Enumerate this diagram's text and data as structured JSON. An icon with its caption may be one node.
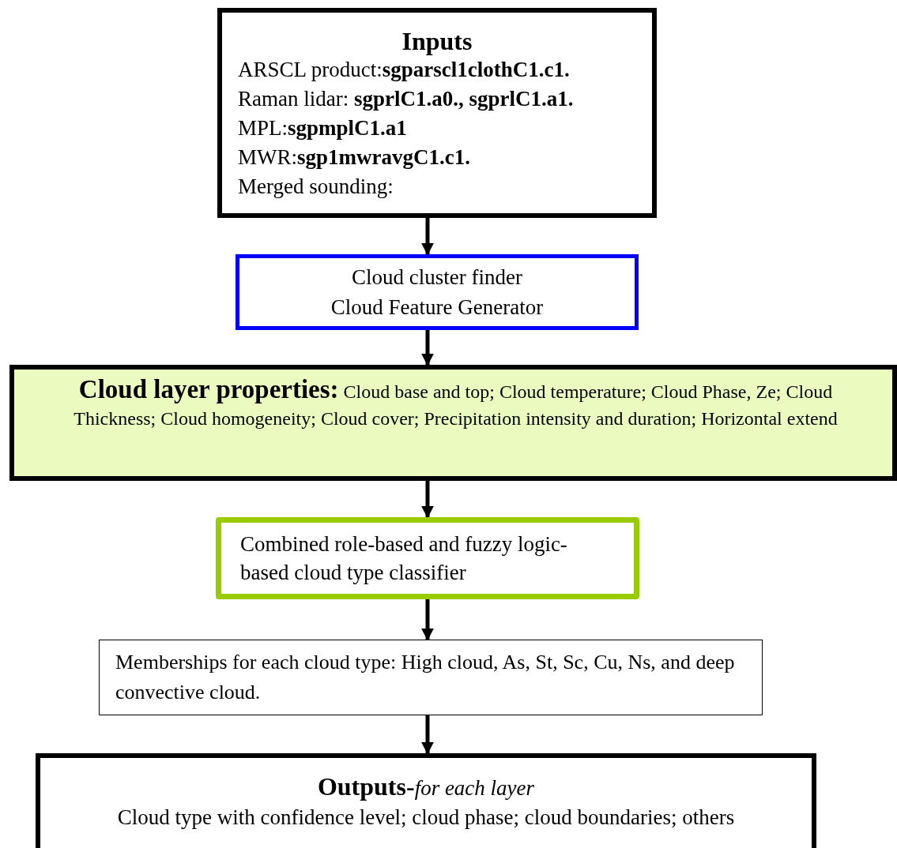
{
  "diagram": {
    "nodes": [
      {
        "text": [
          "Inputs",
          "ARSCL product:**sgparscl1clothC1.c1.**",
          "Raman lidar: **sgprlC1.a0., sgprlC1.a1.**",
          "MPL:**sgpmplC1.a1**",
          "MWR:**sgp1mwravgC1.c1.**",
          "Merged sounding:"
        ]
      },
      {
        "text": [
          "Cloud cluster finder",
          "Cloud Feature Generator"
        ]
      },
      {
        "text": [
          "Cloud layer properties:",
          "Cloud base and top; Cloud temperature; Cloud Phase, Ze; Cloud Thickness; Cloud homogeneity; Cloud cover; Precipitation intensity and duration; Horizontal extend"
        ]
      },
      {
        "text": [
          "Combined role-based and fuzzy logic-based cloud type classifier"
        ]
      },
      {
        "text": [
          "Memberships for each cloud type: High cloud, As, St, Sc, Cu, Ns, and deep convective cloud."
        ]
      },
      {
        "text": [
          "Outputs-",
          "for each layer",
          "Cloud type with confidence level; cloud phase; cloud boundaries; others"
        ]
      }
    ],
    "edges": [
      {
        "from": 0,
        "to": 1,
        "arrow": "to"
      },
      {
        "from": 1,
        "to": 2,
        "arrow": "to"
      },
      {
        "from": 2,
        "to": 3,
        "arrow": "to"
      },
      {
        "from": 3,
        "to": 4,
        "arrow": "to"
      },
      {
        "from": 4,
        "to": 5,
        "arrow": "to"
      }
    ]
  }
}
